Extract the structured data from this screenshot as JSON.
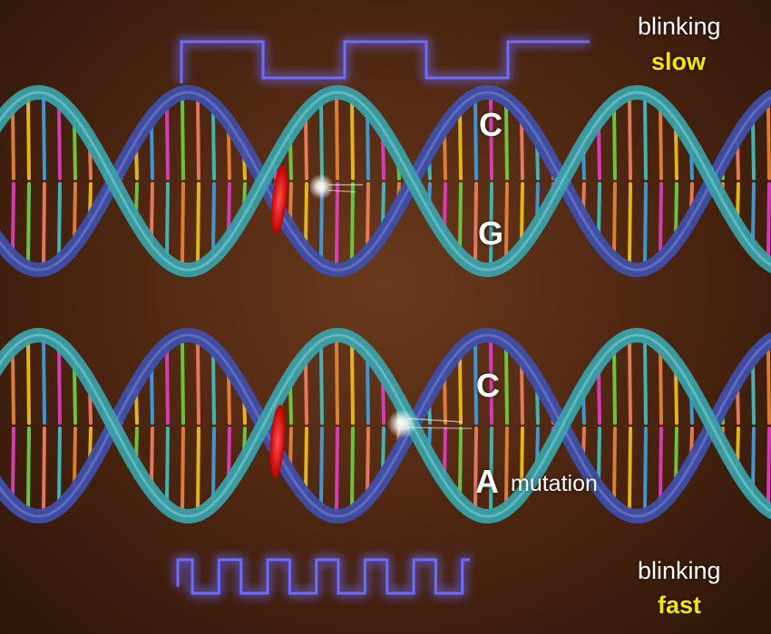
{
  "top_signal": {
    "label_line1": "blinking",
    "label_line2": "slow",
    "pulses": [
      {
        "from": 0,
        "to": 90,
        "state": "high"
      },
      {
        "from": 90,
        "to": 180,
        "state": "low"
      },
      {
        "from": 180,
        "to": 270,
        "state": "high"
      },
      {
        "from": 270,
        "to": 360,
        "state": "low"
      },
      {
        "from": 360,
        "to": 450,
        "state": "high"
      }
    ]
  },
  "bottom_signal": {
    "label_line1": "blinking",
    "label_line2": "fast",
    "pulse_count": 6
  },
  "top_helix": {
    "base_upper": "C",
    "base_lower": "G"
  },
  "bottom_helix": {
    "base_upper": "C",
    "base_lower": "A",
    "annotation": "mutation"
  },
  "colors": {
    "background": "#4a2410",
    "signal": "#6c6cff",
    "signal_glow": "#2a2aff",
    "strand_blue": "#3f4fa8",
    "strand_teal": "#3aa0a8",
    "speed_word": "#f2e600",
    "fluorophore": "#ff2a2a",
    "base_pair_palette": [
      "#e8853a",
      "#f0c020",
      "#3fa0e0",
      "#e040c0",
      "#70d040",
      "#f08060",
      "#40c0c0"
    ]
  }
}
